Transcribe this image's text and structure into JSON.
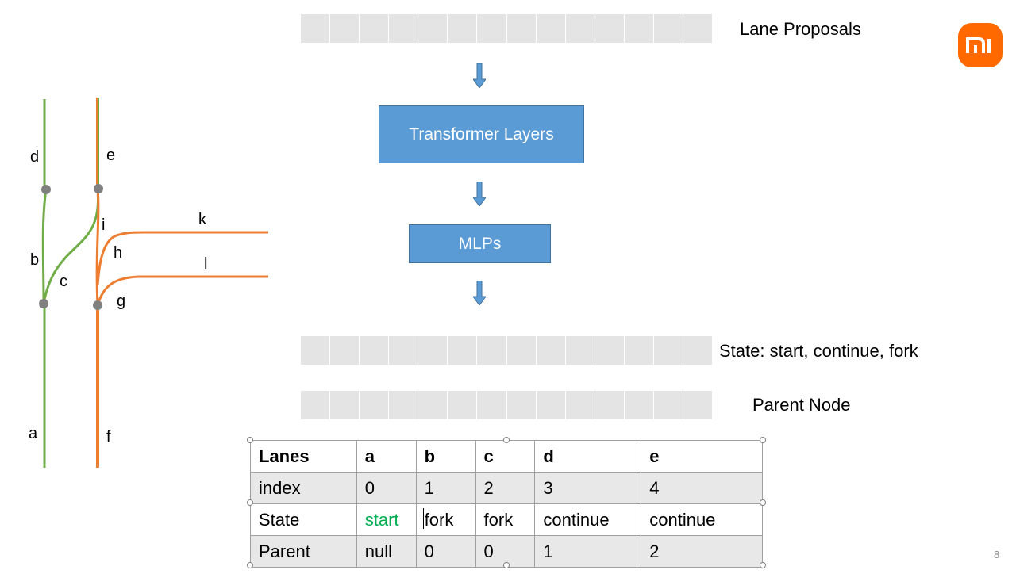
{
  "labels": {
    "lane_proposals": "Lane Proposals",
    "state": "State: start, continue, fork",
    "parent_node": "Parent Node"
  },
  "blocks": {
    "transformer": "Transformer Layers",
    "mlps": "MLPs"
  },
  "lane_labels": {
    "a": "a",
    "b": "b",
    "c": "c",
    "d": "d",
    "e": "e",
    "f": "f",
    "g": "g",
    "h": "h",
    "i": "i",
    "k": "k",
    "l": "l"
  },
  "table": {
    "header": [
      "Lanes",
      "a",
      "b",
      "c",
      "d",
      "e"
    ],
    "rows": [
      [
        "index",
        "0",
        "1",
        "2",
        "3",
        "4"
      ],
      [
        "State",
        "start",
        "fork",
        "fork",
        "continue",
        "continue"
      ],
      [
        "Parent",
        "null",
        "0",
        "0",
        "1",
        "2"
      ]
    ]
  },
  "logo": "mi",
  "page_number": "8",
  "colors": {
    "green_lane": "#70ad47",
    "orange_lane": "#ed7d31",
    "node": "#808080",
    "block_fill": "#5b9bd5",
    "start_text": "#00b050",
    "logo_bg": "#ff6900"
  },
  "icons": {
    "flow_arrow": "down-arrow-icon",
    "brand": "xiaomi-logo-icon"
  }
}
